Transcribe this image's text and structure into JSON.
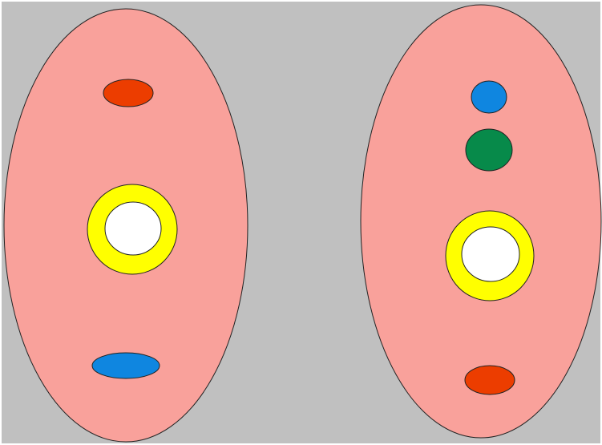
{
  "colors": {
    "background": "#c0c0c0",
    "border": "#ffffff",
    "cell": "#f9a19b",
    "outline": "#222222",
    "red": "#ec3d00",
    "blue": "#0f86e0",
    "green": "#078a4a",
    "yellow": "#ffff00",
    "white": "#ffffff"
  },
  "cells": [
    {
      "name": "left-cell",
      "shapes": [
        "red-oval",
        "yellow-ring",
        "white-disc",
        "blue-oval"
      ]
    },
    {
      "name": "right-cell",
      "shapes": [
        "blue-dot",
        "green-dot",
        "yellow-ring",
        "white-disc",
        "red-oval"
      ]
    }
  ]
}
